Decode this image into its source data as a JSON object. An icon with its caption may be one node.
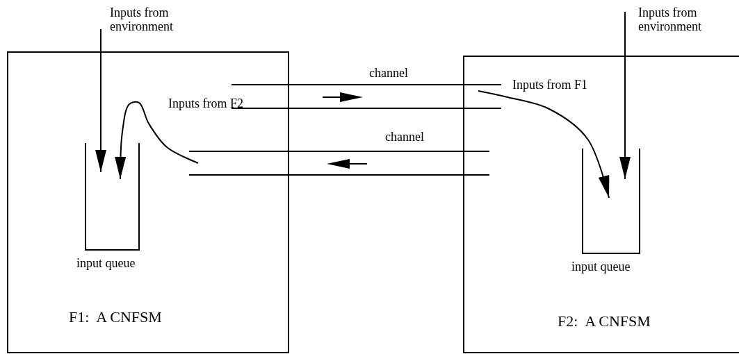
{
  "diagram": {
    "nodes": [
      {
        "text": [
          "F1:  A CNFSM"
        ]
      },
      {
        "text": [
          "input queue"
        ],
        "in": 0
      },
      {
        "text": [
          "F2:  A CNFSM"
        ]
      },
      {
        "text": [
          "input queue"
        ],
        "in": 2
      },
      {
        "text": [
          "channel"
        ]
      },
      {
        "text": [
          "channel"
        ]
      },
      {
        "text": [
          "Inputs from environment"
        ]
      },
      {
        "text": [
          "Inputs from environment"
        ]
      }
    ],
    "edges": [
      {
        "from": 6,
        "to": 1,
        "arrow": "to"
      },
      {
        "from": 7,
        "to": 3,
        "arrow": "to"
      },
      {
        "from": 5,
        "to": 1,
        "arrow": "to",
        "label": "Inputs from F2"
      },
      {
        "from": 4,
        "to": 3,
        "arrow": "to",
        "label": "Inputs from F1"
      }
    ]
  }
}
